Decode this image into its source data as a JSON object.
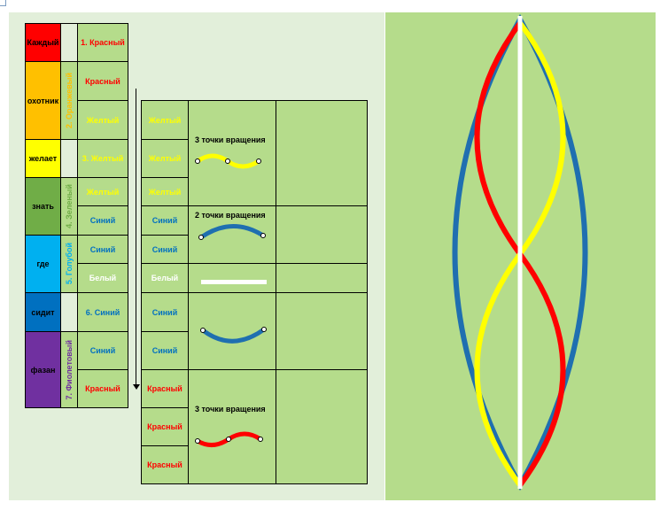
{
  "colors": {
    "red": "#ff0000",
    "orange": "#ffc000",
    "yellow": "#ffff00",
    "green": "#70ad47",
    "lightblue": "#00b0f0",
    "darkblue": "#0070c0",
    "purple": "#7030a0",
    "bg_green": "#b5dc8b",
    "bg_light": "#e2efda"
  },
  "mnemonic": {
    "words": [
      "Каждый",
      "охотник",
      "желает",
      "знать",
      "где",
      "сидит",
      "фазан"
    ],
    "numbered": [
      "1. Красный",
      "2. Оранжевый",
      "3. Желтый",
      "4. Зеленый",
      "5. Голубой",
      "6. Синий",
      "7. Фиолетовый"
    ]
  },
  "col_c": [
    "Красный",
    "Желтый",
    "Желтый",
    "Синий",
    "Синий",
    "Белый",
    "Синий",
    "Красный"
  ],
  "col_d": [
    "Желтый",
    "Желтый",
    "Желтый",
    "Синий",
    "Синий",
    "Белый",
    "Синий",
    "Синий",
    "Красный",
    "Красный",
    "Красный"
  ],
  "diagrams": {
    "yellow_title": "3 точки вращения",
    "blue_title": "2 точки вращения",
    "red_title": "3 точки вращения"
  }
}
